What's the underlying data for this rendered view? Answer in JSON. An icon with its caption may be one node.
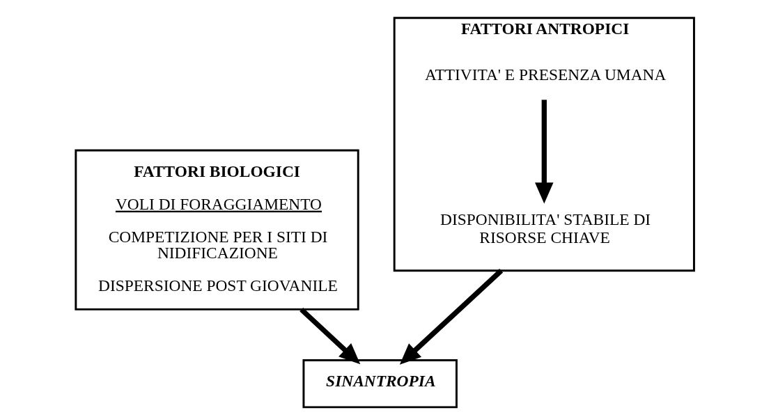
{
  "diagram": {
    "nodes": [
      {
        "text": [
          "FATTORI BIOLOGICI",
          "VOLI DI FORAGGIAMENTO",
          "COMPETIZIONE PER I SITI DI NIDIFICAZIONE",
          "DISPERSIONE POST GIOVANILE"
        ]
      },
      {
        "text": [
          "FATTORI ANTROPICI"
        ]
      },
      {
        "text": [
          "ATTIVITA' E PRESENZA UMANA"
        ],
        "in": 1
      },
      {
        "text": [
          "DISPONIBILITA' STABILE DI RISORSE CHIAVE"
        ],
        "in": 1
      },
      {
        "text": [
          "SINANTROPIA"
        ]
      }
    ],
    "edges": [
      {
        "from": 2,
        "to": 3,
        "arrow": "to"
      },
      {
        "from": 0,
        "to": 4,
        "arrow": "to"
      },
      {
        "from": 1,
        "to": 4,
        "arrow": "to"
      }
    ]
  }
}
